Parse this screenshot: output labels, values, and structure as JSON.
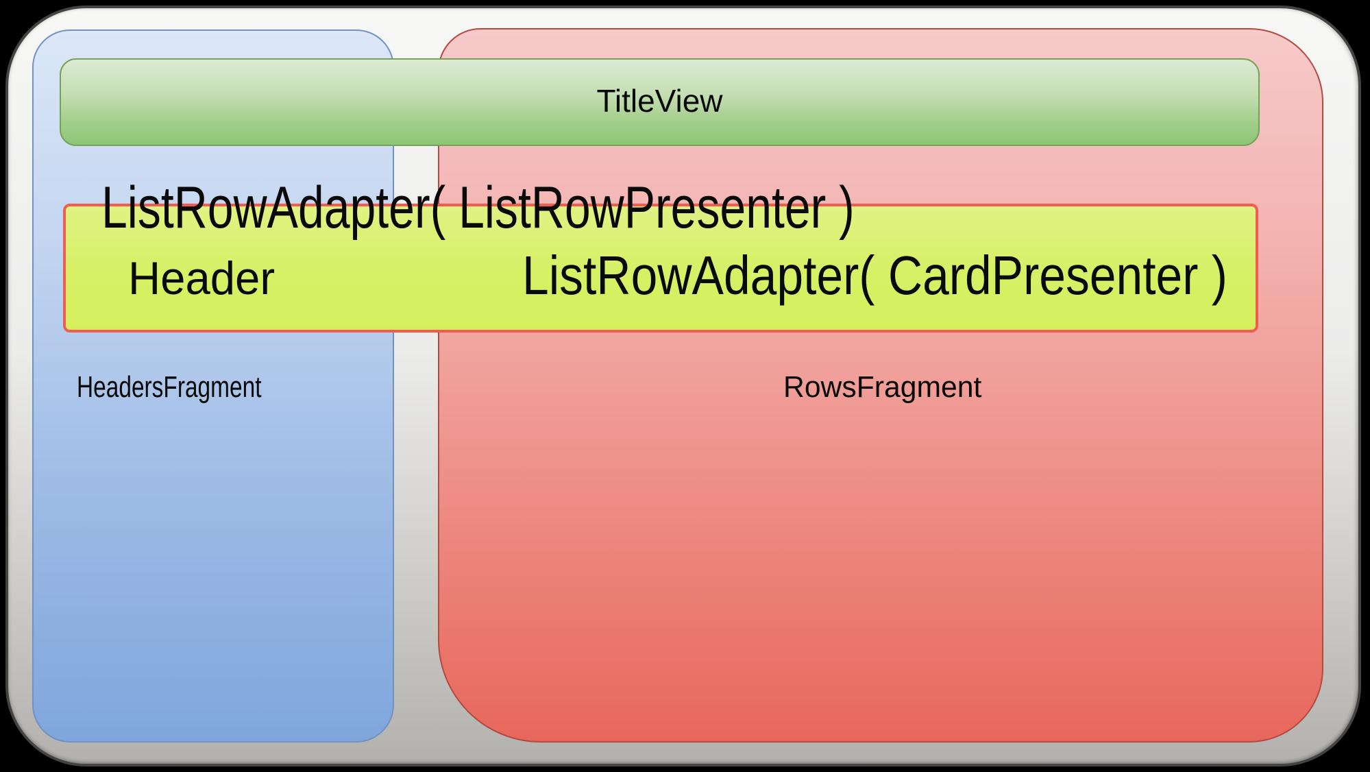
{
  "canvas": {
    "background": "#000000"
  },
  "diagram": {
    "title_view": {
      "label": "TitleView"
    },
    "headers_fragment": {
      "label": "HeadersFragment"
    },
    "rows_fragment": {
      "label": "RowsFragment"
    },
    "adapter_caption": {
      "label": "ListRowAdapter( ListRowPresenter )"
    },
    "adapter_bar": {
      "header_label": "Header",
      "card_adapter_label": "ListRowAdapter( CardPresenter )"
    }
  },
  "colors": {
    "page_background": "#000000",
    "slide_top": "#f7f7f6",
    "slide_bottom": "#b3b1ae",
    "slide_border": "#434341",
    "headers_box_top": "#dce7f8",
    "headers_box_bottom": "#7fa6dc",
    "headers_box_border": "#7191c5",
    "rows_box_top": "#f6caca",
    "rows_box_bottom": "#e8675c",
    "rows_box_border": "#b4493f",
    "title_bar_top": "#dcebd4",
    "title_bar_bottom": "#8ec677",
    "title_bar_border": "#74a356",
    "adapter_bar_fill": "#d7f065",
    "adapter_bar_border": "#f15b52",
    "text": "#0a0a0a"
  }
}
